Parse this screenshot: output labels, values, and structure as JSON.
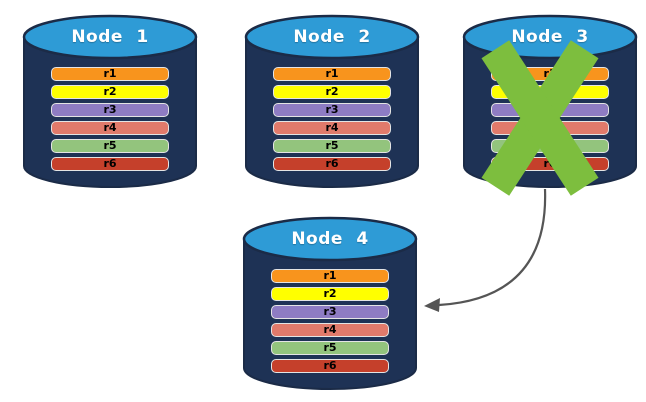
{
  "palette": {
    "background": "#FFFFFF",
    "cylinder_body": "#1E3255",
    "cylinder_outline": "#1B2B47",
    "cylinder_top": "#2E9BD6",
    "title_text": "#FFFFFF",
    "row_text": "#000000",
    "row_border": "#E4E4E4",
    "x_mark": "#7DBE3E",
    "arrow": "#555555"
  },
  "nodes": [
    {
      "label": "Node 1",
      "rows": [
        {
          "label": "r1",
          "color": "#F8941D"
        },
        {
          "label": "r2",
          "color": "#FFFF00"
        },
        {
          "label": "r3",
          "color": "#8E7CC3"
        },
        {
          "label": "r4",
          "color": "#E17A6B"
        },
        {
          "label": "r5",
          "color": "#93C47D"
        },
        {
          "label": "r6",
          "color": "#C5402B"
        }
      ]
    },
    {
      "label": "Node 2",
      "rows": [
        {
          "label": "r1",
          "color": "#F8941D"
        },
        {
          "label": "r2",
          "color": "#FFFF00"
        },
        {
          "label": "r3",
          "color": "#8E7CC3"
        },
        {
          "label": "r4",
          "color": "#E17A6B"
        },
        {
          "label": "r5",
          "color": "#93C47D"
        },
        {
          "label": "r6",
          "color": "#C5402B"
        }
      ]
    },
    {
      "label": "Node 3",
      "rows": [
        {
          "label": "r1",
          "color": "#F8941D"
        },
        {
          "label": "r2",
          "color": "#FFFF00"
        },
        {
          "label": "r3",
          "color": "#8E7CC3"
        },
        {
          "label": "r4",
          "color": "#E17A6B"
        },
        {
          "label": "r5",
          "color": "#93C47D"
        },
        {
          "label": "r6",
          "color": "#C5402B"
        }
      ]
    },
    {
      "label": "Node 4",
      "rows": [
        {
          "label": "r1",
          "color": "#F8941D"
        },
        {
          "label": "r2",
          "color": "#FFFF00"
        },
        {
          "label": "r3",
          "color": "#8E7CC3"
        },
        {
          "label": "r4",
          "color": "#E17A6B"
        },
        {
          "label": "r5",
          "color": "#93C47D"
        },
        {
          "label": "r6",
          "color": "#C5402B"
        }
      ]
    }
  ],
  "annotations": {
    "failure_x": {
      "on_node": "Node 3"
    },
    "arrow": {
      "from": "Node 3",
      "to": "Node 4"
    }
  }
}
